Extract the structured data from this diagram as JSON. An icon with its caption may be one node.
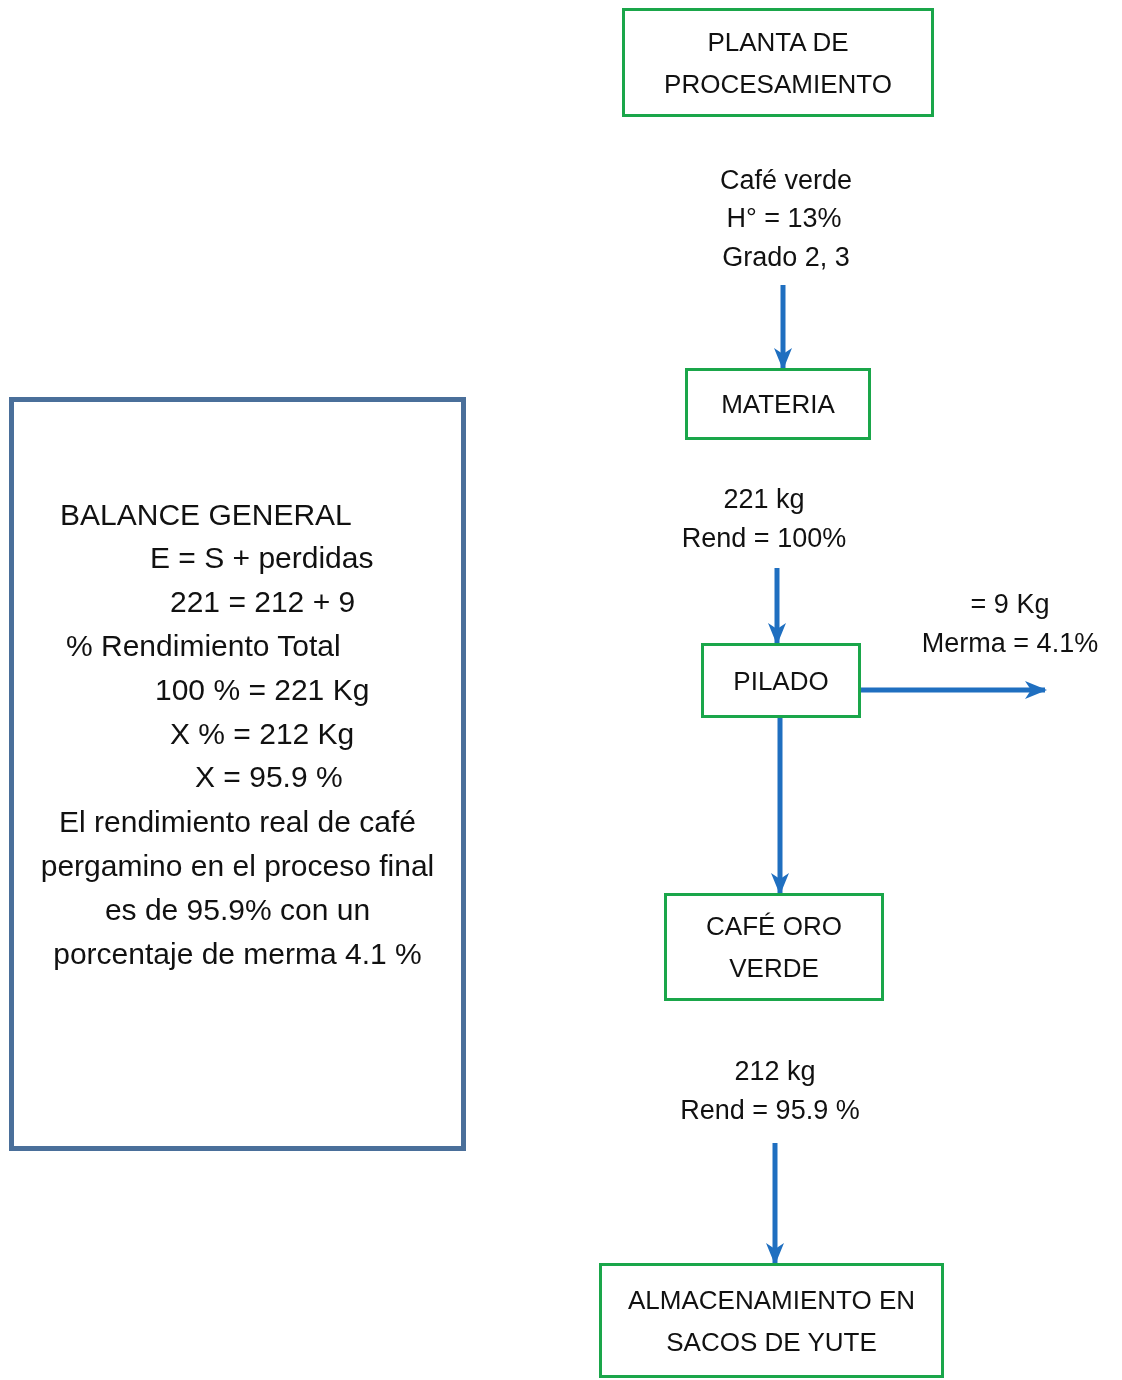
{
  "diagram": {
    "nodes": [
      {
        "text": [
          "PLANTA DE PROCESAMIENTO"
        ]
      },
      {
        "text": [
          "MATERIA"
        ]
      },
      {
        "text": [
          "PILADO"
        ]
      },
      {
        "text": [
          "CAFÉ ORO VERDE"
        ]
      },
      {
        "text": [
          "ALMACENAMIENTO EN SACOS DE YUTE"
        ]
      },
      {
        "text": [
          "BALANCE GENERAL",
          "E = S + perdidas",
          "221 = 212 + 9",
          "% Rendimiento Total",
          "100 % = 221 Kg",
          "X % = 212 Kg",
          "X = 95.9 %",
          "El rendimiento real de café pergamino en el proceso final es de 95.9% con un porcentaje de merma 4.1 %"
        ]
      }
    ],
    "edges": [
      {
        "from": null,
        "to": 1,
        "arrow": "to"
      },
      {
        "from": null,
        "to": 2,
        "arrow": "to"
      },
      {
        "from": 2,
        "to": 3,
        "arrow": "to"
      },
      {
        "from": 2,
        "to": null,
        "arrow": "to"
      },
      {
        "from": null,
        "to": 4,
        "arrow": "to"
      }
    ],
    "labels": [
      "Café verde",
      "H° = 13%",
      "Grado 2, 3",
      "221 kg",
      "Rend = 100%",
      "= 9 Kg",
      "Merma = 4.1%",
      "212 kg",
      "Rend = 95.9 %"
    ]
  }
}
